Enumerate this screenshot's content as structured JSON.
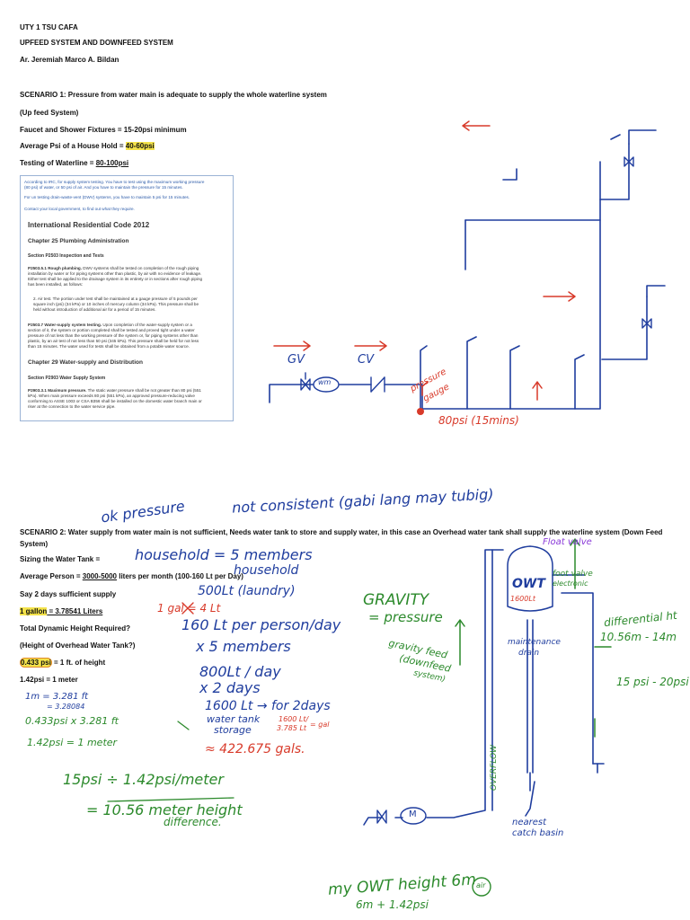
{
  "header": {
    "course": "UTY 1 TSU CAFA",
    "title": "UPFEED SYSTEM AND DOWNFEED SYSTEM",
    "author": "Ar. Jeremiah Marco A. Bildan"
  },
  "scenario1": {
    "heading": "SCENARIO 1: Pressure from water main is adequate to supply the whole waterline system",
    "system": "(Up feed System)",
    "faucet": "Faucet and Shower Fixtures = 15-20psi minimum",
    "average_label": "Average Psi of a House Hold = ",
    "average_value": "40-60psi",
    "testing_label": "Testing of Waterline = ",
    "testing_value": "80-100psi"
  },
  "irc_box": {
    "intro1": "According to IRC, for supply system testing. You have to test using the maximum working pressure",
    "intro2": "(80 psi) of water, or 50 psi of air. And you have to maintain the pressure for 15 minutes.",
    "intro3": "For un testing drain-waste-vent (DWV) systems, you have to maintain 5 psi for 15 minutes.",
    "intro4": "Contact your local government, to find out what they require.",
    "code_title": "International Residential Code 2012",
    "chapter25": "Chapter 25 Plumbing Administration",
    "section2503": "Section P2503 Inspection and Tests",
    "p1_title": "P2503.5.1 Rough plumbing.",
    "p1_l1": "DWV systems shall be tested on completion of the rough piping",
    "p1_l2": "installation by water or for piping systems other than plastic, by air with no evidence of leakage.",
    "p1_l3": "Either test shall be applied to the drainage system in its entirety or in sections after rough piping",
    "p1_l4": "has been installed, as follows:",
    "p2_l1": "2. Air test. The portion under test shall be maintained at a gauge pressure of 5 pounds per",
    "p2_l2": "square inch (psi) (34 kPa) or 10 inches of mercury column (34 kPa). This pressure shall be",
    "p2_l3": "held without introduction of additional air for a period of 15 minutes.",
    "p3_title": "P2503.7 Water-supply system testing.",
    "p3_l1": "Upon completion of the water-supply system or a",
    "p3_l2": "section of it, the system or portion completed shall be tested and proved tight under a water",
    "p3_l3": "pressure of not less than the working pressure of the system or, for piping systems other than",
    "p3_l4": "plastic, by an air test of not less than 50 psi (345 kPa). This pressure shall be held for not less",
    "p3_l5": "than 15 minutes. The water used for tests shall be obtained from a potable water source.",
    "chapter29": "Chapter 29 Water-supply and Distribution",
    "section2903": "Section P2903 Water Supply System",
    "p4_title": "P2903.3.1 Maximum pressure.",
    "p4_l1": "The static water pressure shall be not greater than 80 psi (551",
    "p4_l2": "kPa). When main pressure exceeds 80 psi (551 kPa), an approved pressure-reducing valve",
    "p4_l3": "conforming to ASSE 1003 or CSA B356 shall be installed on the domestic water branch main or",
    "p4_l4": "riser at the connection to the water service pipe."
  },
  "diagram1": {
    "gv": "GV",
    "cv": "CV",
    "wm": "wm",
    "pressure": "pressure",
    "gauge": "gauge",
    "psi": "80psi (15mins)"
  },
  "scenario2": {
    "heading": "SCENARIO 2: Water supply from water main is not sufficient, Needs water tank to store and supply water, in this case an Overhead water tank shall supply the waterline system (Down Feed",
    "heading2": "System)",
    "sizing": "Sizing the Water Tank =",
    "avg_person_label": "Average Person = ",
    "avg_person_value": "3000-5000",
    "avg_person_rest": " liters per month (100-160 Lt per Day)",
    "days": "Say 2 days sufficient supply",
    "gallon_a": "1 gallon",
    "gallon_b": " = 3.78541 Liters",
    "tdh": "Total Dynamic Height Required?",
    "height": "(Height of Overhead Water Tank?)",
    "psi_ft_a": "0.433 psi",
    "psi_ft_b": " = 1 ft. of height",
    "psi_m": "1.42psi = 1 meter"
  },
  "notes": {
    "ok_pressure": "ok pressure",
    "not_consistent": "not consistent (gabi lang may tubig)",
    "household": "household = 5 members",
    "household2": "household",
    "laundry": "500Lt (laundry)",
    "one_gal": "1 gal = 4 Lt",
    "per_person": "160 Lt per person/day",
    "x5": "x 5 members",
    "per_day": "800Lt / day",
    "x2": "x 2 days",
    "two_days": "1600 Lt → for 2days",
    "storage1": "water tank",
    "storage2": "storage",
    "conv1": "1600 Lt/",
    "conv2": "3.785 Lt",
    "conv3": "= gal",
    "gals": "≈ 422.675 gals.",
    "m_ft": "1m = 3.281 ft",
    "m_ft2": "= 3.28084",
    "psi_calc": "0.433psi x 3.281 ft",
    "psi_calc2": "1.42psi = 1 meter",
    "gravity1": "GRAVITY",
    "gravity2": "= pressure",
    "gfeed1": "gravity feed",
    "gfeed2": "(downfeed",
    "gfeed3": "system)",
    "maint1": "maintenance",
    "maint2": "drain",
    "float": "Float valve",
    "footvalve1": "foot valve",
    "footvalve2": "electronic",
    "owt": "OWT",
    "owt_lt": "1600Lt",
    "diff1": "differential ht",
    "diff2": "10.56m - 14m",
    "psi_range": "15 psi - 20psi",
    "overflow": "OVERFLOW",
    "catch1": "nearest",
    "catch2": "catch basin",
    "eq1": "15psi ÷ 1.42psi/meter",
    "eq2": "= 10.56 meter height",
    "eq3": "difference.",
    "owt_height": "my OWT height 6m",
    "owt_calc": "6m + 1.42psi",
    "air": "air",
    "m": "M"
  },
  "colors": {
    "ink_blue": "#1f3d9e",
    "ink_green": "#2c8a2c",
    "ink_red": "#d83a2a",
    "highlight": "#f3e24a"
  }
}
